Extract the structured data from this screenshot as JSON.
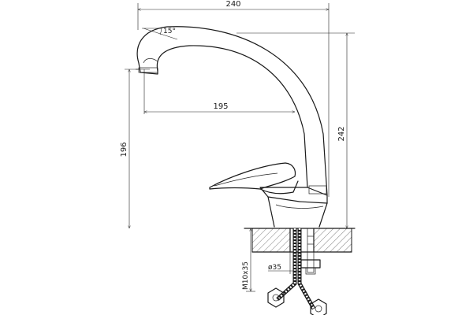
{
  "dimensions": {
    "overall_width": "240",
    "spout_reach": "195",
    "spout_height": "196",
    "overall_height": "242",
    "spout_angle": "15°",
    "hole_diameter": "ø35",
    "thread_size": "M10x35"
  },
  "colors": {
    "line": "#1a1a1a",
    "background": "#ffffff",
    "hatch": "#444444"
  }
}
